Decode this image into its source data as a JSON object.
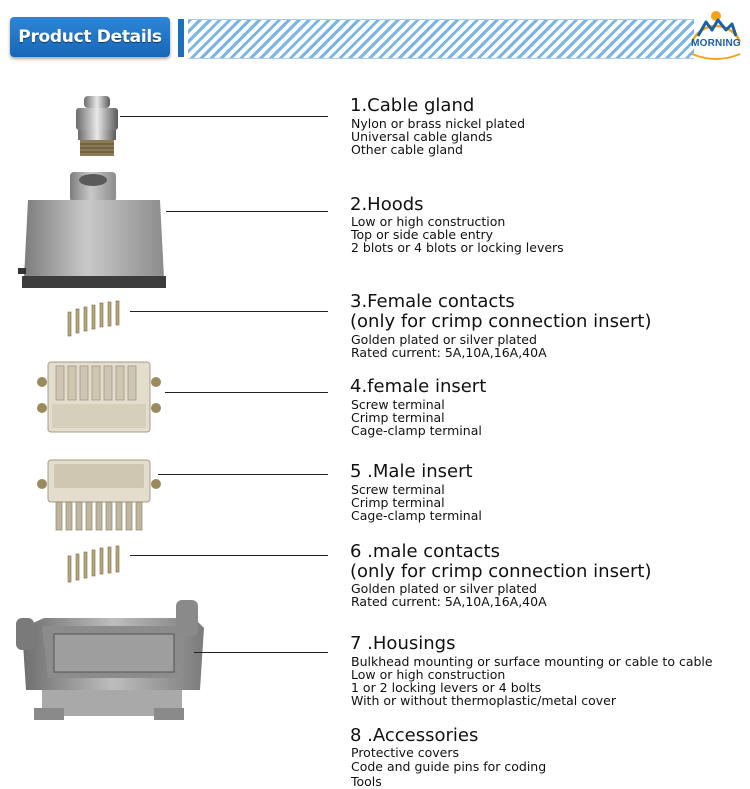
{
  "header": {
    "title": "Product Details",
    "logo_text": "MORNING",
    "brand_color": "#1b6fc0"
  },
  "items": [
    {
      "title": "1.Cable gland",
      "lines": [
        "Nylon or brass nickel plated",
        "Universal cable glands",
        "Other cable gland"
      ],
      "icon": "cable-gland-icon"
    },
    {
      "title": "2.Hoods",
      "lines": [
        "Low or high construction",
        "Top or side cable entry",
        "2 blots or 4 blots or locking levers"
      ],
      "icon": "hood-icon"
    },
    {
      "title": "3.Female contacts",
      "title2": "(only for crimp connection insert)",
      "lines": [
        "Golden plated or silver plated",
        "Rated current: 5A,10A,16A,40A"
      ],
      "icon": "female-contacts-icon"
    },
    {
      "title": "4.female insert",
      "lines": [
        "Screw terminal",
        "Crimp terminal",
        "Cage-clamp terminal"
      ],
      "icon": "female-insert-icon"
    },
    {
      "title": " 5 .Male insert",
      "lines": [
        "Screw terminal",
        "Crimp terminal",
        "Cage-clamp terminal"
      ],
      "icon": "male-insert-icon"
    },
    {
      "title": " 6 .male contacts",
      "title2": "(only for crimp connection insert)",
      "lines": [
        "Golden plated or silver plated",
        "Rated current: 5A,10A,16A,40A"
      ],
      "icon": "male-contacts-icon"
    },
    {
      "title": " 7 .Housings",
      "lines": [
        "Bulkhead mounting or surface mounting or cable to cable",
        "Low or high construction",
        "1 or 2 locking levers or 4 bolts",
        "With or without thermoplastic/metal cover"
      ],
      "icon": "housing-icon"
    },
    {
      "title": " 8 .Accessories",
      "lines": [
        "Protective covers",
        "Code and guide pins for coding",
        "Tools"
      ],
      "icon": "accessories-icon"
    }
  ]
}
